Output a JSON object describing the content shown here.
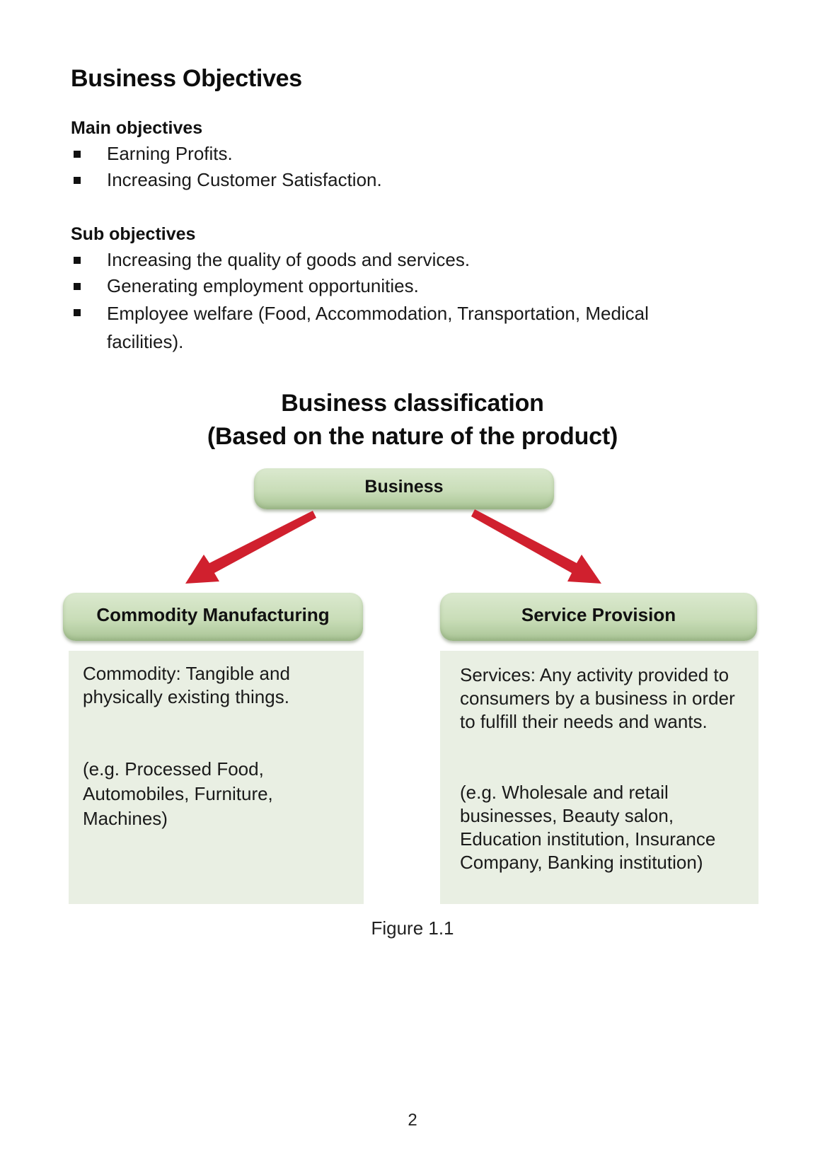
{
  "page_title": "Business Objectives",
  "main_objectives": {
    "heading": "Main objectives",
    "items": [
      "Earning Profits.",
      "Increasing Customer Satisfaction."
    ]
  },
  "sub_objectives": {
    "heading": "Sub objectives",
    "items": [
      "Increasing the quality of goods and services.",
      "Generating employment opportunities.",
      "Employee welfare (Food, Accommodation, Transportation, Medical facilities)."
    ]
  },
  "diagram": {
    "title_line1": "Business classification",
    "title_line2": "(Based on the nature of the product)",
    "root": "Business",
    "arrow_color": "#d0202e",
    "node_color": "#c9ddb8",
    "box_color": "#e9efe3",
    "left": {
      "label": "Commodity Manufacturing",
      "definition": "Commodity: Tangible and physically existing things.",
      "examples": "(e.g. Processed Food, Automobiles, Furniture, Machines)"
    },
    "right": {
      "label": "Service Provision",
      "definition": "Services: Any activity provided to consumers by a business in order to fulfill their needs and wants.",
      "examples": "(e.g. Wholesale and retail businesses, Beauty salon, Education institution, Insurance Company,  Banking institution)"
    }
  },
  "caption": "Figure 1.1",
  "page_number": "2"
}
